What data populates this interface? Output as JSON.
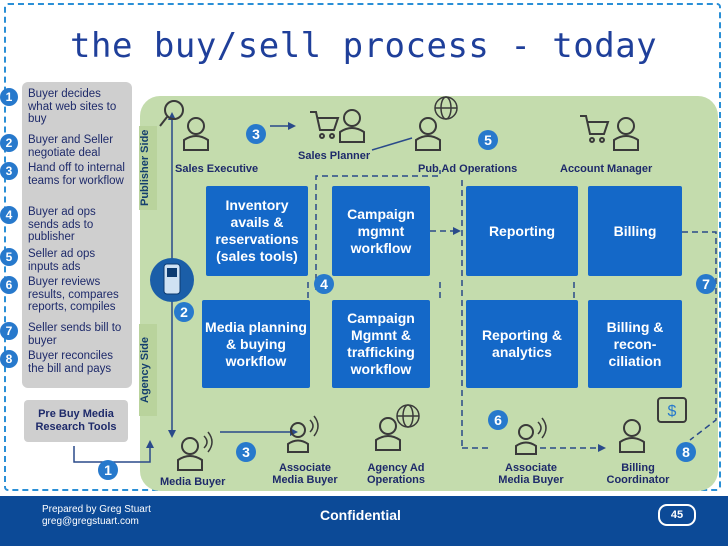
{
  "title": "the buy/sell process - today",
  "steps": [
    {
      "num": "1",
      "text": "Buyer decides what web sites to buy"
    },
    {
      "num": "2",
      "text": "Buyer and Seller negotiate deal"
    },
    {
      "num": "3",
      "text": "Hand off to internal teams for workflow"
    },
    {
      "num": "4",
      "text": "Buyer ad ops sends ads to publisher"
    },
    {
      "num": "5",
      "text": "Seller ad ops inputs ads"
    },
    {
      "num": "6",
      "text": "Buyer reviews results, compares reports, compiles"
    },
    {
      "num": "7",
      "text": "Seller sends bill to buyer"
    },
    {
      "num": "8",
      "text": "Buyer reconciles the bill and pays"
    }
  ],
  "prebuy": "Pre Buy Media Research Tools",
  "publisher_side": "Publisher Side",
  "agency_side": "Agency Side",
  "publisher_roles": {
    "sales_exec": "Sales Executive",
    "sales_planner": "Sales Planner",
    "pub_ad_ops": "Pub Ad Operations",
    "account_manager": "Account Manager"
  },
  "publisher_boxes": {
    "inventory": "Inventory avails & reservations (sales tools)",
    "campaign": "Campaign mgmnt workflow",
    "reporting": "Reporting",
    "billing": "Billing"
  },
  "agency_boxes": {
    "media": "Media planning & buying workflow",
    "campaign": "Campaign Mgmnt & trafficking workflow",
    "reporting": "Reporting & analytics",
    "billing": "Billing & recon-ciliation"
  },
  "agency_roles": {
    "media_buyer": "Media Buyer",
    "assoc1": "Associate Media Buyer",
    "agency_ops": "Agency Ad Operations",
    "assoc2": "Associate Media Buyer",
    "billing_coord": "Billing Coordinator"
  },
  "badges": {
    "b1": "1",
    "b2": "2",
    "b3top": "3",
    "b3bot": "3",
    "b4": "4",
    "b5": "5",
    "b6": "6",
    "b7": "7",
    "b8": "8"
  },
  "footer": {
    "prepared": "Prepared by Greg Stuart",
    "email": "greg@gregstuart.com",
    "confidential": "Confidential",
    "page": "45"
  },
  "colors": {
    "box": "#1468c8",
    "band": "#c4dcad",
    "footer": "#0c4a97",
    "title": "#1f3f9a"
  }
}
